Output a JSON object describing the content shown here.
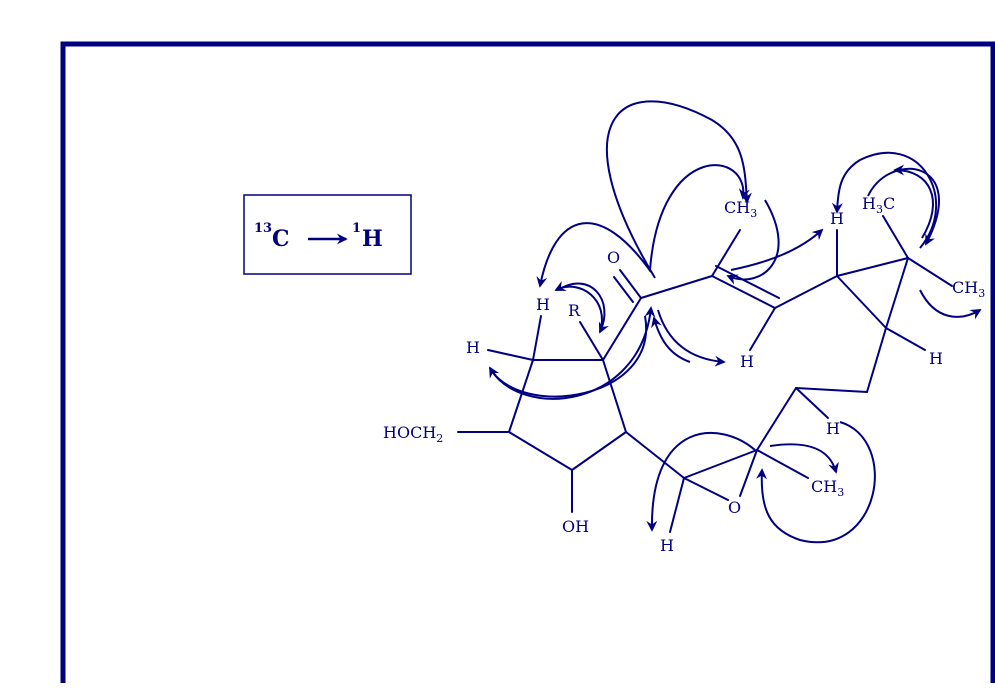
{
  "legend": {
    "c_mass": "13",
    "c_symbol": "C",
    "h_mass": "1",
    "h_symbol": "H"
  },
  "atoms": {
    "carbonyl_o": "O",
    "r_group": "R",
    "h_ring_top": "H",
    "h_ring_left": "H",
    "hoch2_main": "HOCH",
    "hoch2_sub": "2",
    "oh": "OH",
    "h_epoxide": "H",
    "epoxide_o": "O",
    "ch3_epoxide_main": "CH",
    "ch3_epoxide_sub": "3",
    "h_chain": "H",
    "h_olefin": "H",
    "ch3_olefin_main": "CH",
    "ch3_olefin_sub": "3",
    "h_cyclopropane_top": "H",
    "h3c_sub": "3",
    "h3c_h": "H",
    "h3c_c": "C",
    "ch3_cyclopropane_main": "CH",
    "ch3_cyclopropane_sub": "3",
    "h_cyclopropane_right": "H"
  },
  "colors": {
    "ink": "#000080",
    "frame": "#000080",
    "background": "#ffffff"
  }
}
